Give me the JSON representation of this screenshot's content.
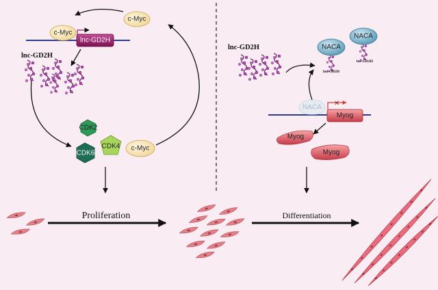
{
  "left": {
    "cmyc_top_right": "c-Myc",
    "cmyc_promoter": "c-Myc",
    "gene_box": "lnc-GD2H",
    "lnc_label": "lnc-GD2H",
    "cdk2": "CDK2",
    "cdk4": "CDK4",
    "cdk6": "CDK6",
    "cmyc_complex": "c-Myc",
    "proliferation": "Proliferation"
  },
  "right": {
    "lnc_label": "lnc-GD2H",
    "naca_bound_1": "NACA",
    "naca_bound_1_sub": "lnc-GD2H",
    "naca_bound_2": "NACA",
    "naca_bound_2_sub": "lnc-GD2H",
    "naca_faded": "NACA",
    "myog_gene": "Myog",
    "myog_protein_1": "Myog",
    "myog_protein_2": "Myog",
    "differentiation": "Differentiation"
  },
  "colors": {
    "background": "#f9edf3",
    "cmyc_fill": "#fbecc0",
    "gene_box": "#a0186a",
    "naca": "#7fb4cc",
    "myog": "#e0626a",
    "cdk2": "#2d9a5a",
    "cdk4": "#a8d65c",
    "cdk6": "#1f6d55",
    "cell": "#e37f87",
    "muscle": "#e96c7e"
  }
}
